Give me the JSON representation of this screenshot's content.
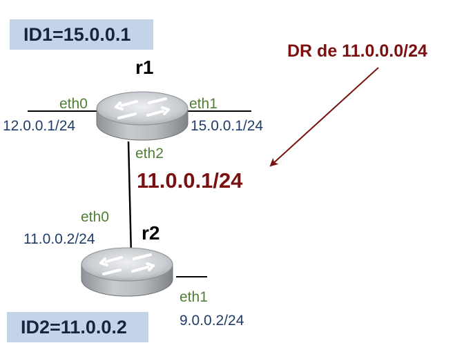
{
  "routers": {
    "r1": {
      "name": "r1",
      "id_label": "ID1=15.0.0.1",
      "eth0": {
        "label": "eth0",
        "address": "12.0.0.1/24"
      },
      "eth1": {
        "label": "eth1",
        "address": "15.0.0.1/24"
      },
      "eth2": {
        "label": "eth2",
        "address": "11.0.0.1/24"
      }
    },
    "r2": {
      "name": "r2",
      "id_label": "ID2=11.0.0.2",
      "eth0": {
        "label": "eth0",
        "address": "11.0.0.2/24"
      },
      "eth1": {
        "label": "eth1",
        "address": "9.0.0.2/24"
      }
    }
  },
  "annotation": {
    "text": "DR de 11.0.0.0/24"
  },
  "colors": {
    "id_box_fill": "#c5d3e8",
    "interface_label": "#4e7f34",
    "address_text": "#1f3c6a",
    "highlight": "#7a1010",
    "link_line": "#000000"
  },
  "icons": {
    "router": "router-icon"
  }
}
